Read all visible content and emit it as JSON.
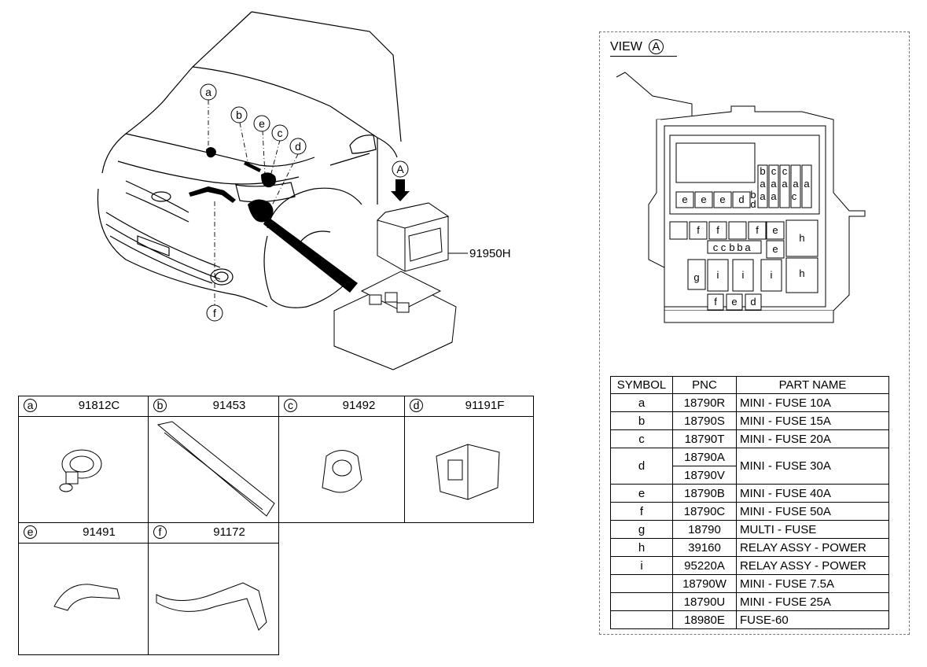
{
  "callouts": {
    "a": "a",
    "b": "b",
    "c": "c",
    "d": "d",
    "e": "e",
    "f": "f",
    "view_marker": "A",
    "fuse_box_pnc": "91950H"
  },
  "parts": [
    {
      "symbol": "a",
      "pnc": "91812C"
    },
    {
      "symbol": "b",
      "pnc": "91453"
    },
    {
      "symbol": "c",
      "pnc": "91492"
    },
    {
      "symbol": "d",
      "pnc": "91191F"
    },
    {
      "symbol": "e",
      "pnc": "91491"
    },
    {
      "symbol": "f",
      "pnc": "91172"
    }
  ],
  "view": {
    "label": "VIEW",
    "marker": "A",
    "fuse_slots": {
      "top_columns": [
        [
          "b",
          "a",
          "a"
        ],
        [
          "c",
          "a",
          "a"
        ],
        [
          "c",
          "a",
          "c"
        ],
        [
          "a"
        ],
        [
          "a"
        ]
      ],
      "row1": [
        "e",
        "e",
        "e",
        "d",
        "b",
        "d"
      ],
      "row2": [
        "f",
        "f",
        "f",
        "e",
        "h"
      ],
      "row3": [
        "c",
        "c",
        "b",
        "b",
        "a",
        "e"
      ],
      "row4": [
        "g",
        "i",
        "i",
        "i",
        "h"
      ],
      "row5": [
        "f",
        "e",
        "d"
      ]
    }
  },
  "table": {
    "headers": [
      "SYMBOL",
      "PNC",
      "PART NAME"
    ],
    "rows": [
      {
        "symbol": "a",
        "pnc": [
          "18790R"
        ],
        "name": "MINI - FUSE 10A"
      },
      {
        "symbol": "b",
        "pnc": [
          "18790S"
        ],
        "name": "MINI - FUSE 15A"
      },
      {
        "symbol": "c",
        "pnc": [
          "18790T"
        ],
        "name": "MINI - FUSE 20A"
      },
      {
        "symbol": "d",
        "pnc": [
          "18790A",
          "18790V"
        ],
        "name": "MINI - FUSE 30A"
      },
      {
        "symbol": "e",
        "pnc": [
          "18790B"
        ],
        "name": "MINI - FUSE 40A"
      },
      {
        "symbol": "f",
        "pnc": [
          "18790C"
        ],
        "name": "MINI - FUSE 50A"
      },
      {
        "symbol": "g",
        "pnc": [
          "18790"
        ],
        "name": "MULTI - FUSE"
      },
      {
        "symbol": "h",
        "pnc": [
          "39160"
        ],
        "name": "RELAY ASSY - POWER"
      },
      {
        "symbol": "i",
        "pnc": [
          "95220A"
        ],
        "name": "RELAY ASSY - POWER"
      },
      {
        "symbol": "",
        "pnc": [
          "18790W"
        ],
        "name": "MINI - FUSE 7.5A"
      },
      {
        "symbol": "",
        "pnc": [
          "18790U"
        ],
        "name": "MINI - FUSE 25A"
      },
      {
        "symbol": "",
        "pnc": [
          "18980E"
        ],
        "name": "FUSE-60"
      }
    ]
  }
}
